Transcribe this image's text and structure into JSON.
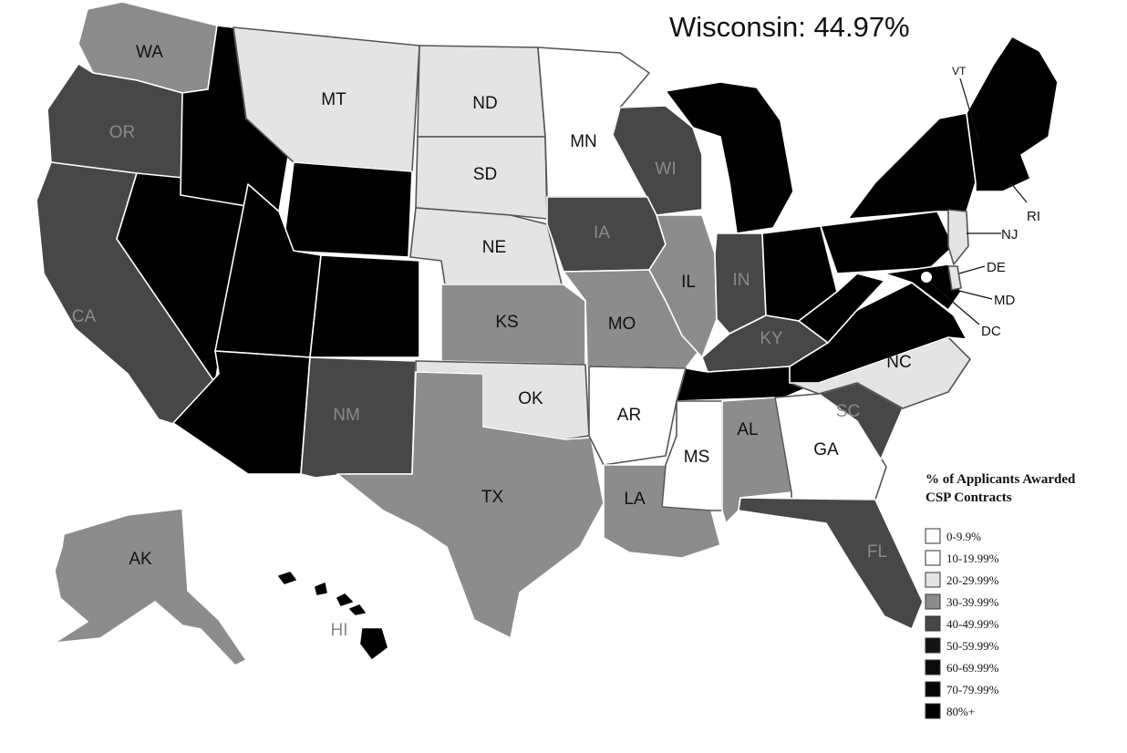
{
  "headline": "Wisconsin: 44.97%",
  "legend": {
    "title_line1": "% of Applicants Awarded",
    "title_line2": "CSP Contracts",
    "classes": [
      {
        "label": "0-9.9%",
        "color": "#ffffff"
      },
      {
        "label": "10-19.99%",
        "color": "#fdfdfd"
      },
      {
        "label": "20-29.99%",
        "color": "#e4e4e4"
      },
      {
        "label": "30-39.99%",
        "color": "#8c8c8c"
      },
      {
        "label": "40-49.99%",
        "color": "#474747"
      },
      {
        "label": "50-59.99%",
        "color": "#141414"
      },
      {
        "label": "60-69.99%",
        "color": "#0b0b0b"
      },
      {
        "label": "70-79.99%",
        "color": "#060606"
      },
      {
        "label": "80%+",
        "color": "#000000"
      }
    ]
  },
  "states": [
    {
      "abbr": "WA",
      "class": 3
    },
    {
      "abbr": "OR",
      "class": 4
    },
    {
      "abbr": "CA",
      "class": 4
    },
    {
      "abbr": "MT",
      "class": 2
    },
    {
      "abbr": "ND",
      "class": 2
    },
    {
      "abbr": "SD",
      "class": 2
    },
    {
      "abbr": "NE",
      "class": 2
    },
    {
      "abbr": "MN",
      "class": 0
    },
    {
      "abbr": "WI",
      "class": 4
    },
    {
      "abbr": "IA",
      "class": 4
    },
    {
      "abbr": "IL",
      "class": 3
    },
    {
      "abbr": "IN",
      "class": 4
    },
    {
      "abbr": "KY",
      "class": 4
    },
    {
      "abbr": "KS",
      "class": 3
    },
    {
      "abbr": "MO",
      "class": 3
    },
    {
      "abbr": "OK",
      "class": 2
    },
    {
      "abbr": "AR",
      "class": 0
    },
    {
      "abbr": "TX",
      "class": 3
    },
    {
      "abbr": "LA",
      "class": 3
    },
    {
      "abbr": "MS",
      "class": 0
    },
    {
      "abbr": "AL",
      "class": 3
    },
    {
      "abbr": "GA",
      "class": 0
    },
    {
      "abbr": "NC",
      "class": 2
    },
    {
      "abbr": "SC",
      "class": 4
    },
    {
      "abbr": "FL",
      "class": 4
    },
    {
      "abbr": "NM",
      "class": 4
    },
    {
      "abbr": "AK",
      "class": 3
    },
    {
      "abbr": "HI",
      "class": 8
    },
    {
      "abbr": "VT",
      "class": 8
    },
    {
      "abbr": "RI",
      "class": 8
    },
    {
      "abbr": "NJ",
      "class": 2
    },
    {
      "abbr": "DE",
      "class": 2
    },
    {
      "abbr": "MD",
      "class": 8
    },
    {
      "abbr": "DC",
      "class": 8
    },
    {
      "abbr": "",
      "class": 8
    }
  ]
}
